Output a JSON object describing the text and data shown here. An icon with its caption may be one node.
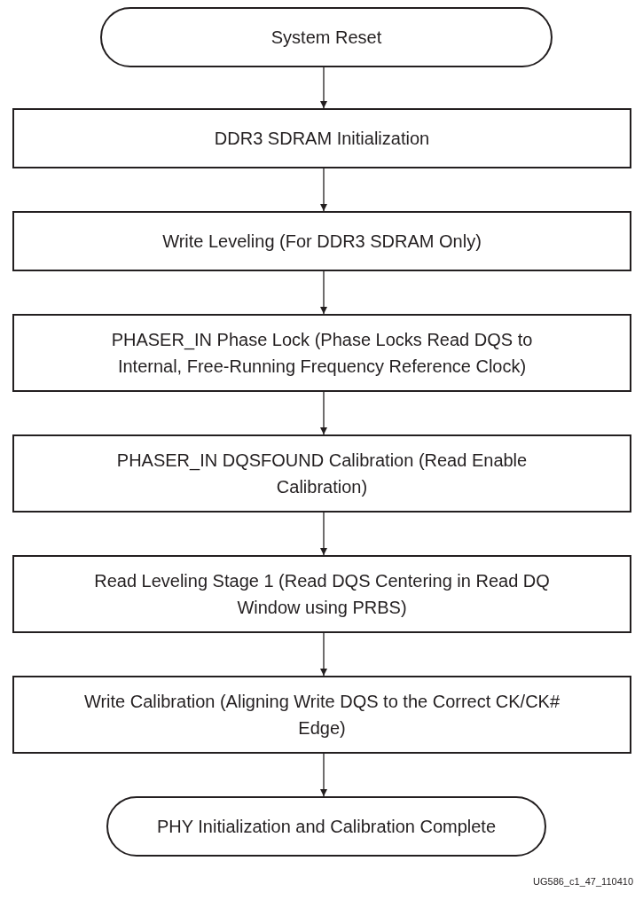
{
  "diagram": {
    "nodes": [
      {
        "text": [
          "System Reset"
        ]
      },
      {
        "text": [
          "DDR3 SDRAM Initialization"
        ]
      },
      {
        "text": [
          "Write Leveling (For DDR3 SDRAM Only)"
        ]
      },
      {
        "text": [
          "PHASER_IN Phase Lock (Phase Locks Read DQS to Internal, Free-Running Frequency Reference Clock)"
        ]
      },
      {
        "text": [
          "PHASER_IN DQSFOUND Calibration (Read Enable Calibration)"
        ]
      },
      {
        "text": [
          "Read Leveling Stage 1 (Read DQS Centering in Read DQ Window using PRBS)"
        ]
      },
      {
        "text": [
          "Write Calibration (Aligning Write DQS to the Correct CK/CK# Edge)"
        ]
      },
      {
        "text": [
          "PHY Initialization and Calibration Complete"
        ]
      }
    ],
    "edges": [
      {
        "from": 0,
        "to": 1,
        "arrow": "to"
      },
      {
        "from": 1,
        "to": 2,
        "arrow": "to"
      },
      {
        "from": 2,
        "to": 3,
        "arrow": "to"
      },
      {
        "from": 3,
        "to": 4,
        "arrow": "to"
      },
      {
        "from": 4,
        "to": 5,
        "arrow": "to"
      },
      {
        "from": 5,
        "to": 6,
        "arrow": "to"
      },
      {
        "from": 6,
        "to": 7,
        "arrow": "to"
      }
    ],
    "labels": [
      "UG586_c1_47_110410"
    ]
  }
}
